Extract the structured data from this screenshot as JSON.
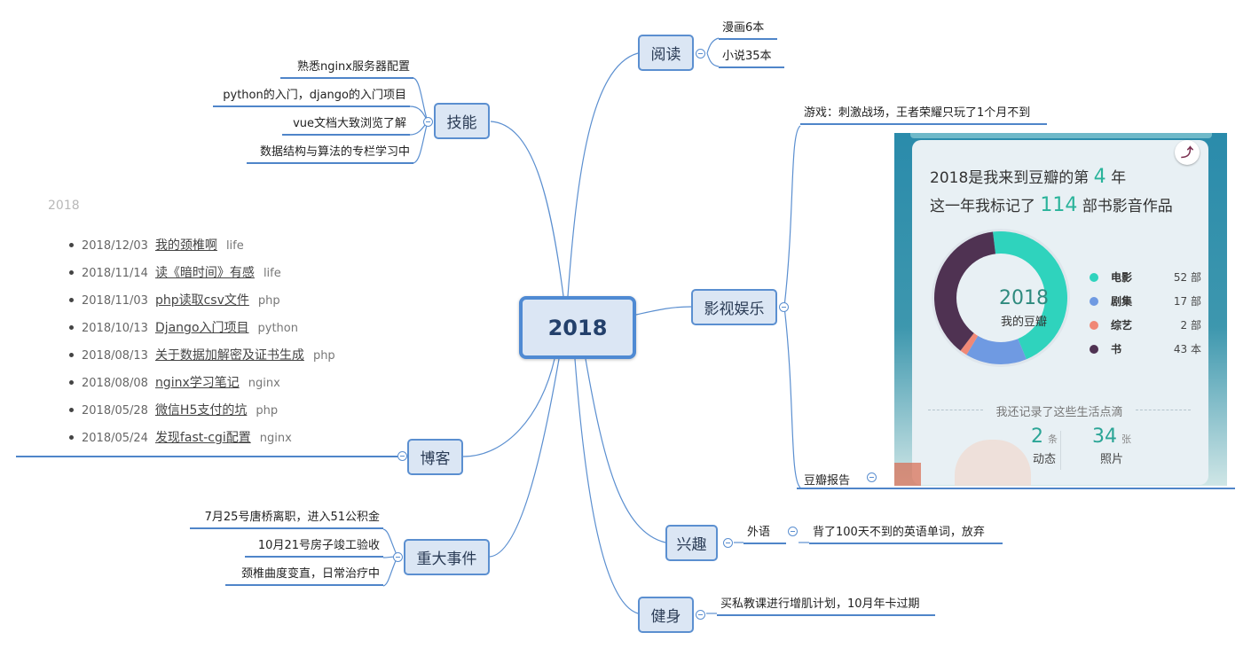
{
  "root": {
    "label": "2018"
  },
  "branches": {
    "reading": {
      "label": "阅读",
      "items": [
        "漫画6本",
        "小说35本"
      ]
    },
    "skills": {
      "label": "技能",
      "items": [
        "熟悉nginx服务器配置",
        "python的入门，django的入门项目",
        "vue文档大致浏览了解",
        "数据结构与算法的专栏学习中"
      ]
    },
    "entertainment": {
      "label": "影视娱乐",
      "game": "游戏：刺激战场，王者荣耀只玩了1个月不到",
      "report_label": "豆瓣报告"
    },
    "blog": {
      "label": "博客",
      "year": "2018",
      "posts": [
        {
          "date": "2018/12/03",
          "title": "我的颈椎啊",
          "tag": "life"
        },
        {
          "date": "2018/11/14",
          "title": "读《暗时间》有感",
          "tag": "life"
        },
        {
          "date": "2018/11/03",
          "title": "php读取csv文件",
          "tag": "php"
        },
        {
          "date": "2018/10/13",
          "title": "Django入门项目",
          "tag": "python"
        },
        {
          "date": "2018/08/13",
          "title": "关于数据加解密及证书生成",
          "tag": "php"
        },
        {
          "date": "2018/08/08",
          "title": "nginx学习笔记",
          "tag": "nginx"
        },
        {
          "date": "2018/05/28",
          "title": "微信H5支付的坑",
          "tag": "php"
        },
        {
          "date": "2018/05/24",
          "title": "发现fast-cgi配置",
          "tag": "nginx"
        }
      ]
    },
    "events": {
      "label": "重大事件",
      "items": [
        "7月25号唐桥离职，进入51公积金",
        "10月21号房子竣工验收",
        "颈椎曲度变直，日常治疗中"
      ]
    },
    "interests": {
      "label": "兴趣",
      "sub": "外语",
      "detail": "背了100天不到的英语单词，放弃"
    },
    "fitness": {
      "label": "健身",
      "detail": "买私教课进行增肌计划，10月年卡过期"
    }
  },
  "douban": {
    "line1_prefix": "2018是我来到豆瓣的第",
    "line1_num": "4",
    "line1_suffix": "年",
    "line2_prefix": "这一年我标记了",
    "line2_num": "114",
    "line2_suffix": "部书影音作品",
    "donut_year": "2018",
    "donut_caption": "我的豆瓣",
    "share_icon": "share-icon",
    "legend": [
      {
        "name": "电影",
        "count": "52 部",
        "value": 52,
        "color": "#2fd3bd"
      },
      {
        "name": "剧集",
        "count": "17 部",
        "value": 17,
        "color": "#6f9ae2"
      },
      {
        "name": "综艺",
        "count": "2 部",
        "value": 2,
        "color": "#f08876"
      },
      {
        "name": "书",
        "count": "43 本",
        "value": 43,
        "color": "#4f3252"
      }
    ],
    "record_text": "我还记录了这些生活点滴",
    "stats": [
      {
        "num": "2",
        "unit": "条",
        "label": "动态"
      },
      {
        "num": "34",
        "unit": "张",
        "label": "照片"
      }
    ]
  }
}
